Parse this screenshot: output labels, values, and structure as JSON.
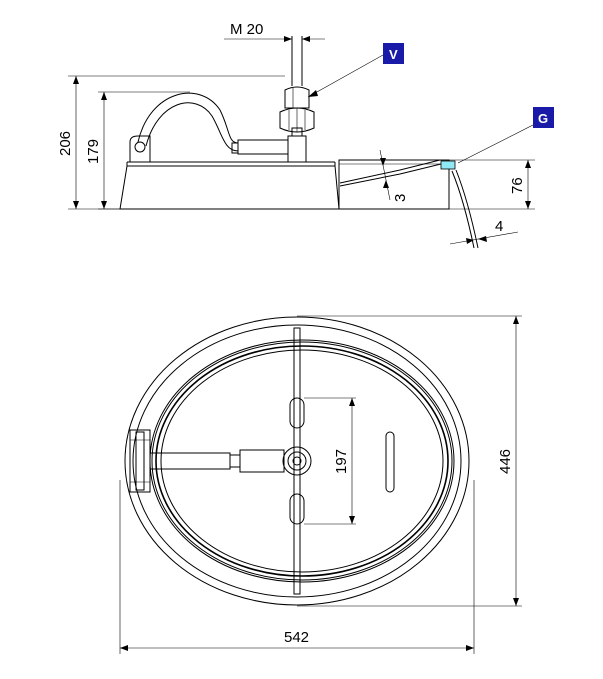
{
  "side_view": {
    "thread_label": "M 20",
    "overall_height": "206",
    "hinge_height": "179",
    "gasket_thickness": "3",
    "flange_height": "76",
    "flange_offset": "4",
    "tag_v": "V",
    "tag_g": "G"
  },
  "top_view": {
    "handle_span": "197",
    "height": "446",
    "width": "542"
  },
  "colors": {
    "tag_fill": "#1a1aa8",
    "gasket_fill": "#8fe8f5"
  }
}
